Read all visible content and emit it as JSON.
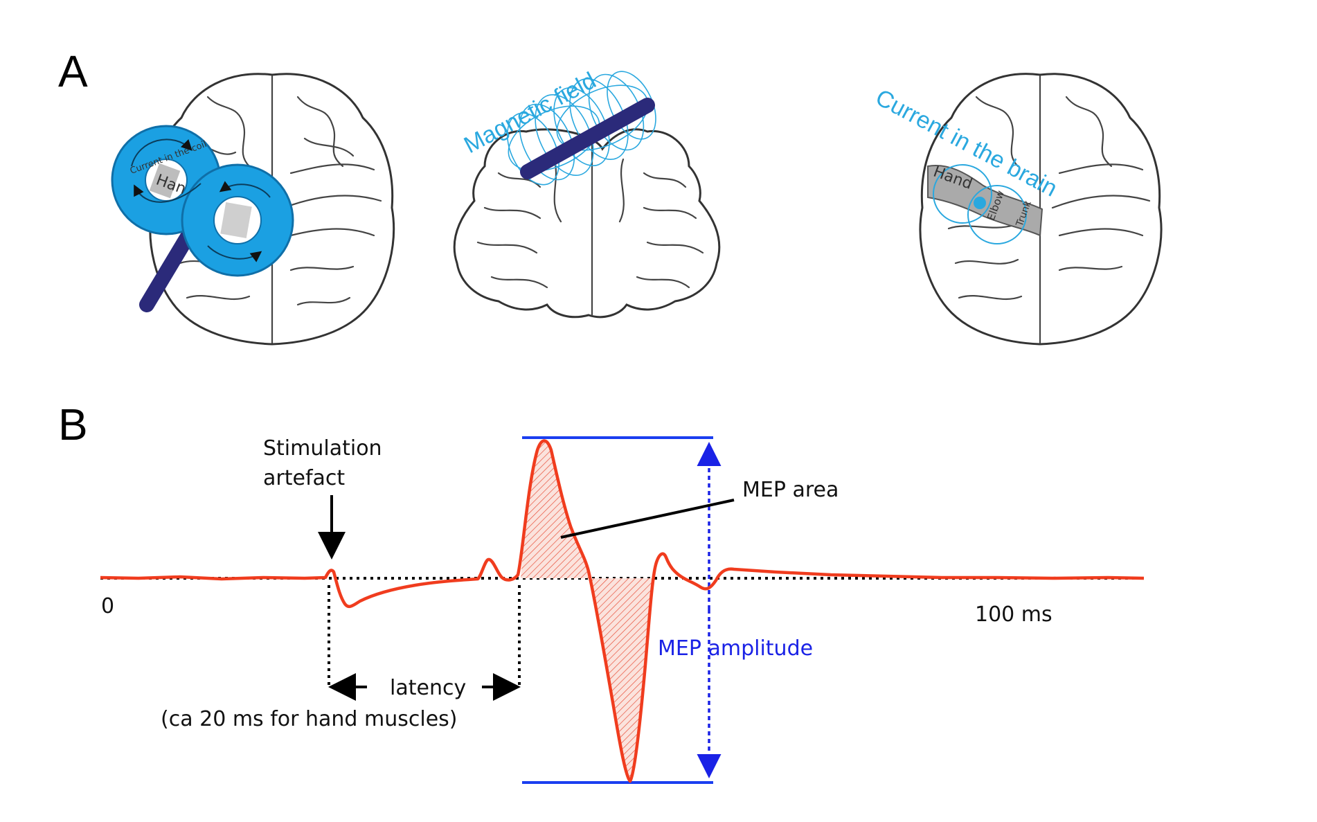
{
  "panel_a": {
    "letter": "A",
    "coil_label": "Current in the coil",
    "coil_hand_label": "Han",
    "magnetic_field_label": "Magnetic field",
    "current_brain_label": "Current in the brain",
    "brain_hand_label": "Hand",
    "brain_elbow_label": "Elbow",
    "brain_trunk_label": "Trunk",
    "coil_color": "#1ba0e2",
    "coil_handle_color": "#2b2a7a",
    "field_line_color": "#2aa8df"
  },
  "panel_b": {
    "letter": "B",
    "stimulation_label_line1": "Stimulation",
    "stimulation_label_line2": "artefact",
    "mep_area_label": "MEP area",
    "mep_amplitude_label": "MEP amplitude",
    "x_start_label": "0",
    "x_end_label": "100 ms",
    "latency_label": "latency",
    "latency_note": "(ca 20 ms for hand muscles)",
    "trace_color": "#f03c1e",
    "amplitude_color": "#1a22e6",
    "bracket_color": "#1a3ef0"
  }
}
